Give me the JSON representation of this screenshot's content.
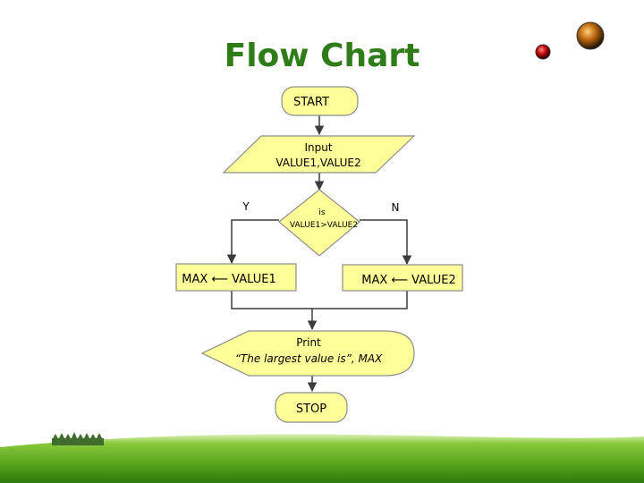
{
  "slide": {
    "title": "Flow Chart"
  },
  "flowchart": {
    "start_label": "START",
    "input_line1": "Input",
    "input_line2": "VALUE1,VALUE2",
    "decision_line1": "is",
    "decision_line2": "VALUE1>VALUE2",
    "yes_label": "Y",
    "no_label": "N",
    "assign_left": "MAX ⟵ VALUE1",
    "assign_right": "MAX ⟵ VALUE2",
    "print_line1": "Print",
    "print_line2": "“The largest value is”, MAX",
    "stop_label": "STOP"
  },
  "colors": {
    "title": "#2e7d18",
    "shape_fill": "#ffff99",
    "shape_stroke": "#8c8c8c",
    "line": "#3c3c3c"
  }
}
